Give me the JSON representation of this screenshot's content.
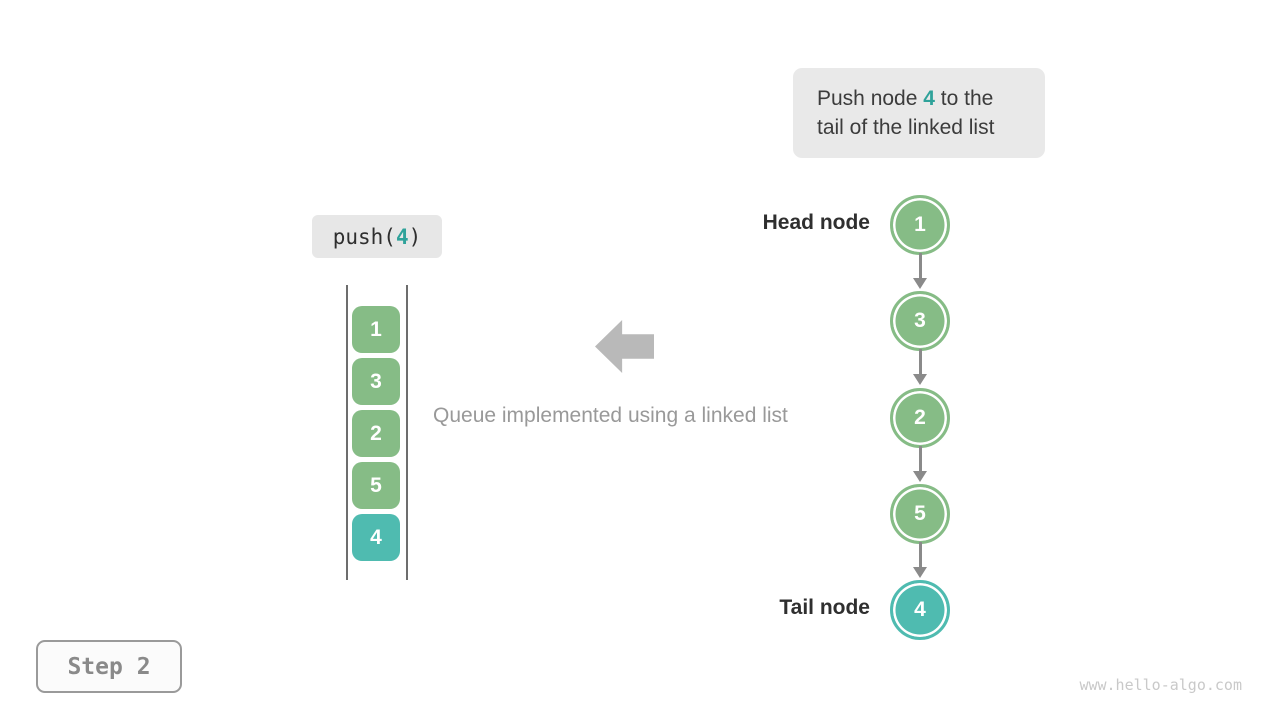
{
  "colors": {
    "node_green": "#86bc86",
    "node_teal": "#4fbbb0",
    "highlight_text": "#2fa29a",
    "callout_bg": "#e9e9e9",
    "arrow_gray": "#8a8a8a",
    "block_arrow_gray": "#b9b9b9"
  },
  "callout": {
    "line1_before": "Push node ",
    "line1_highlight": "4",
    "line1_after": " to the",
    "line2": "tail of the linked list"
  },
  "operation": {
    "func": "push(",
    "arg": "4",
    "close": ")"
  },
  "stack": {
    "items": [
      {
        "value": "1"
      },
      {
        "value": "3"
      },
      {
        "value": "2"
      },
      {
        "value": "5"
      },
      {
        "value": "4"
      }
    ]
  },
  "caption": "Queue implemented using a linked list",
  "list": {
    "head_label": "Head node",
    "tail_label": "Tail node",
    "nodes": [
      {
        "value": "1"
      },
      {
        "value": "3"
      },
      {
        "value": "2"
      },
      {
        "value": "5"
      },
      {
        "value": "4"
      }
    ]
  },
  "step": {
    "label": "Step 2"
  },
  "watermark": "www.hello-algo.com"
}
